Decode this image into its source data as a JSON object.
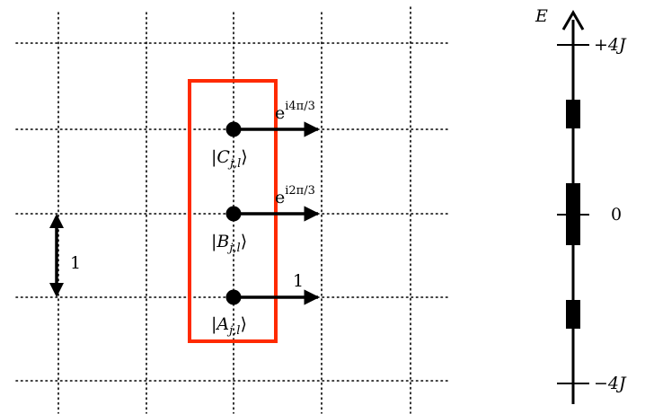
{
  "lattice": {
    "state_labels": {
      "C": "|C",
      "C_sub": "j,l",
      "C_close": "⟩",
      "B": "|B",
      "B_sub": "j,l",
      "B_close": "⟩",
      "A": "|A",
      "A_sub": "j,l",
      "A_close": "⟩"
    },
    "phase_labels": {
      "C_base": "e",
      "C_exp": "i4π/3",
      "B_base": "e",
      "B_exp": "i2π/3",
      "A": "1"
    },
    "spacing_label": "1",
    "colors": {
      "cell_border": "#ff2a00",
      "grid": "#000000",
      "site": "#000000"
    }
  },
  "spectrum": {
    "axis_label": "E",
    "ticks": [
      {
        "label": "+4J"
      },
      {
        "label": "0"
      },
      {
        "label": "−4J"
      }
    ]
  }
}
